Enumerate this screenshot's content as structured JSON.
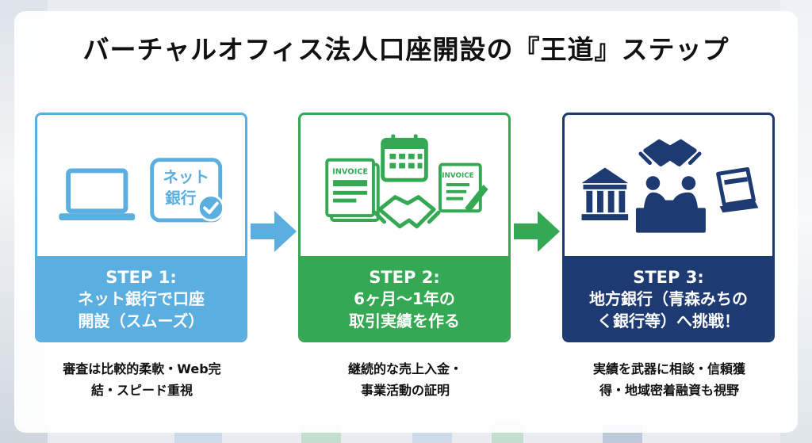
{
  "title": "バーチャルオフィス法人口座開設の『王道』ステップ",
  "colors": {
    "step1": "#5aaee0",
    "step2": "#34a853",
    "step3": "#1d3a72"
  },
  "steps": [
    {
      "label": "STEP 1:",
      "name_lines": [
        "ネット銀行で口座",
        "開設（スムーズ）"
      ],
      "badge_lines": [
        "ネット",
        "銀行"
      ],
      "description_lines": [
        "審査は比較的柔軟・Web完",
        "結・スピード重視"
      ],
      "icons": [
        "laptop-icon",
        "net-bank-badge-icon",
        "check-icon"
      ]
    },
    {
      "label": "STEP 2:",
      "name_lines": [
        "6ヶ月～1年の",
        "取引実績を作る"
      ],
      "invoice_label": "INVOICE",
      "description_lines": [
        "継続的な売上入金・",
        "事業活動の証明"
      ],
      "icons": [
        "invoice-icon",
        "calendar-icon",
        "handshake-icon",
        "invoice-pen-icon"
      ]
    },
    {
      "label": "STEP 3:",
      "name_lines": [
        "地方銀行（青森みちの",
        "く銀行等）へ挑戦！"
      ],
      "description_lines": [
        "実績を武器に相談・信頼獲",
        "得・地域密着融資も視野"
      ],
      "icons": [
        "bank-icon",
        "handshake-icon",
        "meeting-icon",
        "laptop-icon"
      ]
    }
  ]
}
